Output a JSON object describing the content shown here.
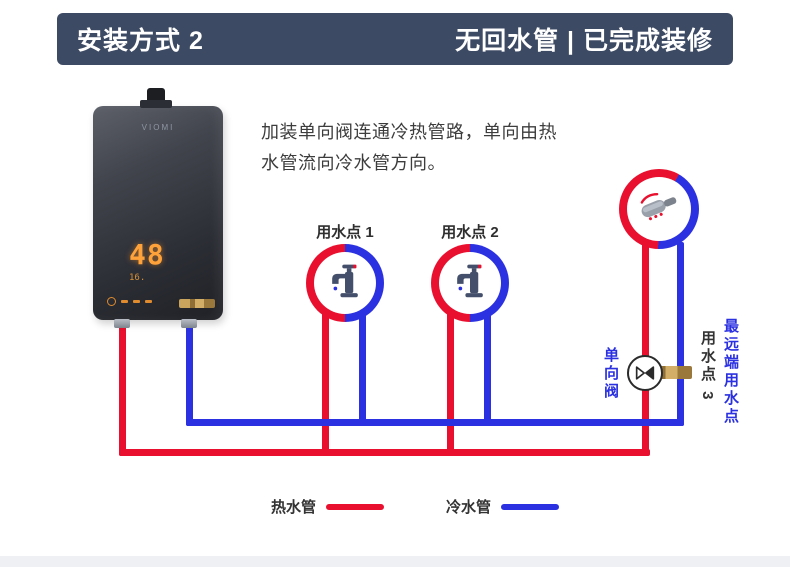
{
  "header": {
    "left_title": "安装方式 2",
    "right_title": "无回水管 | 已完成装修",
    "bg_color": "#3d4a63"
  },
  "description": "加装单向阀连通冷热管路，单向由热水管流向冷水管方向。",
  "heater": {
    "brand": "VIOMI",
    "display_value": "48",
    "display_sub": "16."
  },
  "water_points": [
    {
      "label": "用水点 1"
    },
    {
      "label": "用水点 2"
    }
  ],
  "check_valve": {
    "label": "单向阀"
  },
  "far_point": {
    "point_label": "用水点 3",
    "far_label": "最远端用水点"
  },
  "legend": {
    "hot": {
      "label": "热水管",
      "color": "#e8102e"
    },
    "cold": {
      "label": "冷水管",
      "color": "#2b31e0"
    }
  },
  "icons": {
    "faucet": "faucet-icon",
    "shower": "shower-icon",
    "valve": "check-valve-icon"
  }
}
